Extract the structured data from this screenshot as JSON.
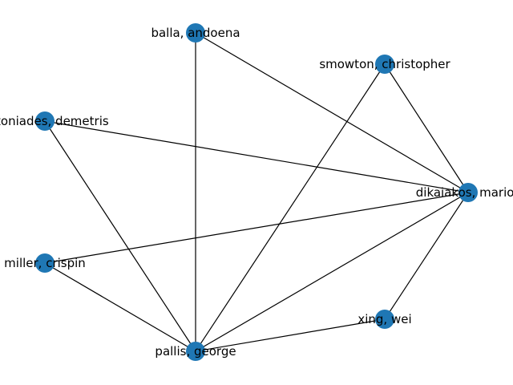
{
  "graph": {
    "node_color": "#1f77b4",
    "edge_color": "#000000",
    "nodes": [
      {
        "id": "balla",
        "label": "balla, andoena"
      },
      {
        "id": "smowton",
        "label": "smowton, christopher"
      },
      {
        "id": "antoniades",
        "label": "antoniades, demetris"
      },
      {
        "id": "dikaiakos",
        "label": "dikaiakos, marios"
      },
      {
        "id": "miller",
        "label": "miller, crispin"
      },
      {
        "id": "xing",
        "label": "xing, wei"
      },
      {
        "id": "pallis",
        "label": "pallis, george"
      }
    ],
    "edges": [
      [
        "balla",
        "dikaiakos"
      ],
      [
        "balla",
        "pallis"
      ],
      [
        "smowton",
        "dikaiakos"
      ],
      [
        "smowton",
        "pallis"
      ],
      [
        "antoniades",
        "dikaiakos"
      ],
      [
        "antoniades",
        "pallis"
      ],
      [
        "dikaiakos",
        "miller"
      ],
      [
        "dikaiakos",
        "xing"
      ],
      [
        "dikaiakos",
        "pallis"
      ],
      [
        "miller",
        "pallis"
      ],
      [
        "xing",
        "pallis"
      ]
    ]
  }
}
